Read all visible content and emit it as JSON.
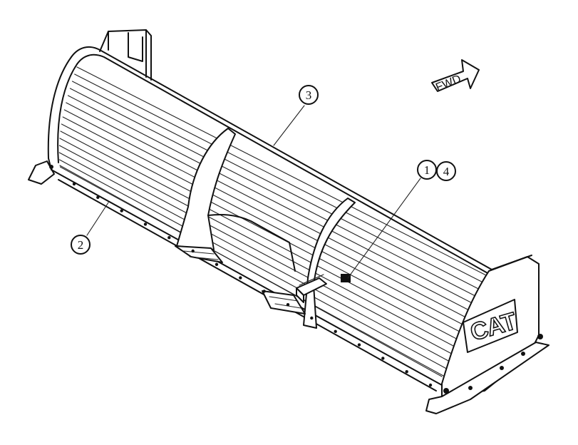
{
  "diagram": {
    "direction_label": "FWD",
    "brand_logo_text": "CAT",
    "callouts": [
      {
        "label": "1"
      },
      {
        "label": "4"
      },
      {
        "label": "2"
      },
      {
        "label": "3"
      }
    ]
  },
  "colors": {
    "line": "#111111",
    "background": "#ffffff"
  }
}
